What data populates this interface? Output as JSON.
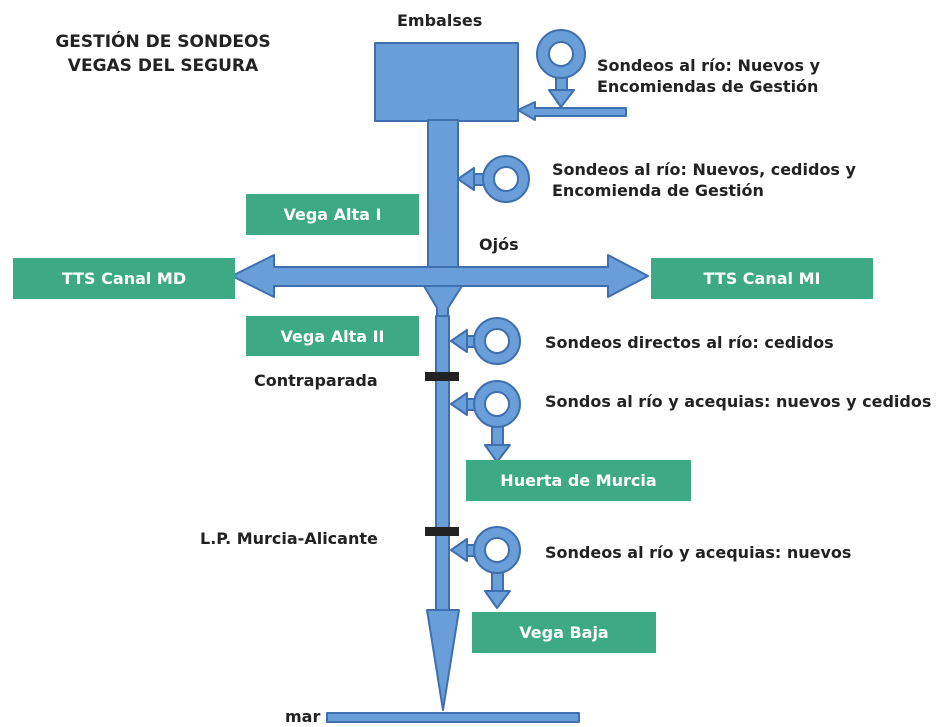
{
  "title": {
    "line1": "GESTIÓN DE SONDEOS",
    "line2": "VEGAS DEL SEGURA"
  },
  "labels": {
    "embalses": "Embalses",
    "ojos": "Ojós",
    "contraparada": "Contraparada",
    "lp_murcia_alicante": "L.P. Murcia-Alicante",
    "mar": "mar"
  },
  "wells": {
    "w1": {
      "line1": "Sondeos al río: Nuevos y",
      "line2": "Encomiendas de Gestión"
    },
    "w2": {
      "line1": "Sondeos al río: Nuevos, cedidos y",
      "line2": "Encomienda de Gestión"
    },
    "w3": {
      "line1": "Sondeos directos al río: cedidos"
    },
    "w4": {
      "line1": "Sondos al río y acequias: nuevos y cedidos"
    },
    "w5": {
      "line1": "Sondeos al río y acequias: nuevos"
    }
  },
  "areas": {
    "vega_alta_1": "Vega Alta I",
    "vega_alta_2": "Vega Alta II",
    "tts_md": "TTS Canal MD",
    "tts_mi": "TTS Canal MI",
    "huerta_murcia": "Huerta de Murcia",
    "vega_baja": "Vega Baja"
  },
  "colors": {
    "river_fill": "#6a9ed8",
    "river_stroke": "#3f6fae",
    "area_box": "#3daa85",
    "barrier": "#222222"
  }
}
